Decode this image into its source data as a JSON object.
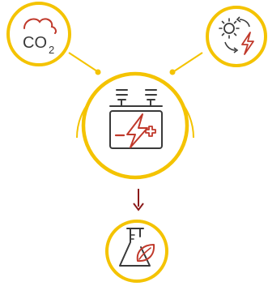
{
  "colors": {
    "ring": "#f4c300",
    "ring_light": "#f8d94a",
    "icon_dark": "#3a3a3a",
    "icon_red": "#c0392b",
    "arrow": "#8b1a1a",
    "background": "#ffffff"
  },
  "nodes": [
    {
      "id": "co2",
      "icon": "co2-cloud-icon",
      "label": "CO",
      "subscript": "2"
    },
    {
      "id": "sun-cycle",
      "icon": "sun-cycle-lightning-icon"
    },
    {
      "id": "battery",
      "icon": "battery-lightning-icon",
      "battery_minus": "−",
      "battery_plus": "+"
    },
    {
      "id": "flask",
      "icon": "leaf-flask-icon"
    }
  ],
  "edges": [
    {
      "from": "co2",
      "to": "battery",
      "style": "line"
    },
    {
      "from": "sun-cycle",
      "to": "battery",
      "style": "line"
    },
    {
      "from": "battery",
      "to": "flask",
      "style": "arrow"
    }
  ]
}
